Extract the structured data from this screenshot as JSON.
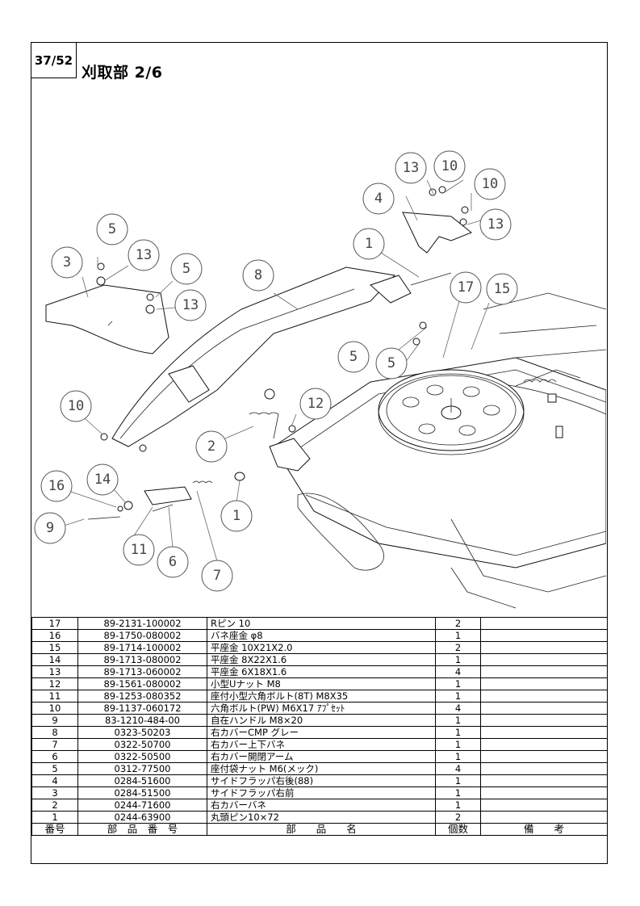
{
  "page_number": "37/52",
  "title": "刈取部 2/6",
  "table": {
    "headers": [
      "番号",
      "部　品　番　号",
      "部　　品　　名",
      "個数",
      "備　　考"
    ],
    "rows": [
      {
        "no": "17",
        "part_number": "89-2131-100002",
        "name": "Rピン  10",
        "qty": "2",
        "note": ""
      },
      {
        "no": "16",
        "part_number": "89-1750-080002",
        "name": "バネ座金  φ8",
        "qty": "1",
        "note": ""
      },
      {
        "no": "15",
        "part_number": "89-1714-100002",
        "name": "平座金  10X21X2.0",
        "qty": "2",
        "note": ""
      },
      {
        "no": "14",
        "part_number": "89-1713-080002",
        "name": "平座金  8X22X1.6",
        "qty": "1",
        "note": ""
      },
      {
        "no": "13",
        "part_number": "89-1713-060002",
        "name": "平座金  6X18X1.6",
        "qty": "4",
        "note": ""
      },
      {
        "no": "12",
        "part_number": "89-1561-080002",
        "name": "小型Uナット  M8",
        "qty": "1",
        "note": ""
      },
      {
        "no": "11",
        "part_number": "89-1253-080352",
        "name": "座付小型六角ボルト(8T)  M8X35",
        "qty": "1",
        "note": ""
      },
      {
        "no": "10",
        "part_number": "89-1137-060172",
        "name": "六角ボルト(PW)  M6X17 ｱﾌﾟｾｯﾄ",
        "qty": "4",
        "note": ""
      },
      {
        "no": "9",
        "part_number": "83-1210-484-00",
        "name": "自在ハンドル M8×20",
        "qty": "1",
        "note": ""
      },
      {
        "no": "8",
        "part_number": "0323-50203",
        "name": "右カバーCMP  グレー",
        "qty": "1",
        "note": ""
      },
      {
        "no": "7",
        "part_number": "0322-50700",
        "name": "右カバー上下バネ",
        "qty": "1",
        "note": ""
      },
      {
        "no": "6",
        "part_number": "0322-50500",
        "name": "右カバー開閉アーム",
        "qty": "1",
        "note": ""
      },
      {
        "no": "5",
        "part_number": "0312-77500",
        "name": "座付袋ナット  M6(メック)",
        "qty": "4",
        "note": ""
      },
      {
        "no": "4",
        "part_number": "0284-51600",
        "name": "サイドフラッパ右後(88)",
        "qty": "1",
        "note": ""
      },
      {
        "no": "3",
        "part_number": "0284-51500",
        "name": "サイドフラッパ右前",
        "qty": "1",
        "note": ""
      },
      {
        "no": "2",
        "part_number": "0244-71600",
        "name": "右カバーバネ",
        "qty": "1",
        "note": ""
      },
      {
        "no": "1",
        "part_number": "0244-63900",
        "name": "丸頭ピン10×72",
        "qty": "2",
        "note": ""
      }
    ]
  },
  "diagram": {
    "callouts": [
      "13",
      "10",
      "10",
      "4",
      "13",
      "1",
      "5",
      "13",
      "3",
      "5",
      "13",
      "8",
      "17",
      "15",
      "5",
      "5",
      "10",
      "12",
      "2",
      "16",
      "14",
      "9",
      "1",
      "11",
      "6",
      "7"
    ]
  }
}
